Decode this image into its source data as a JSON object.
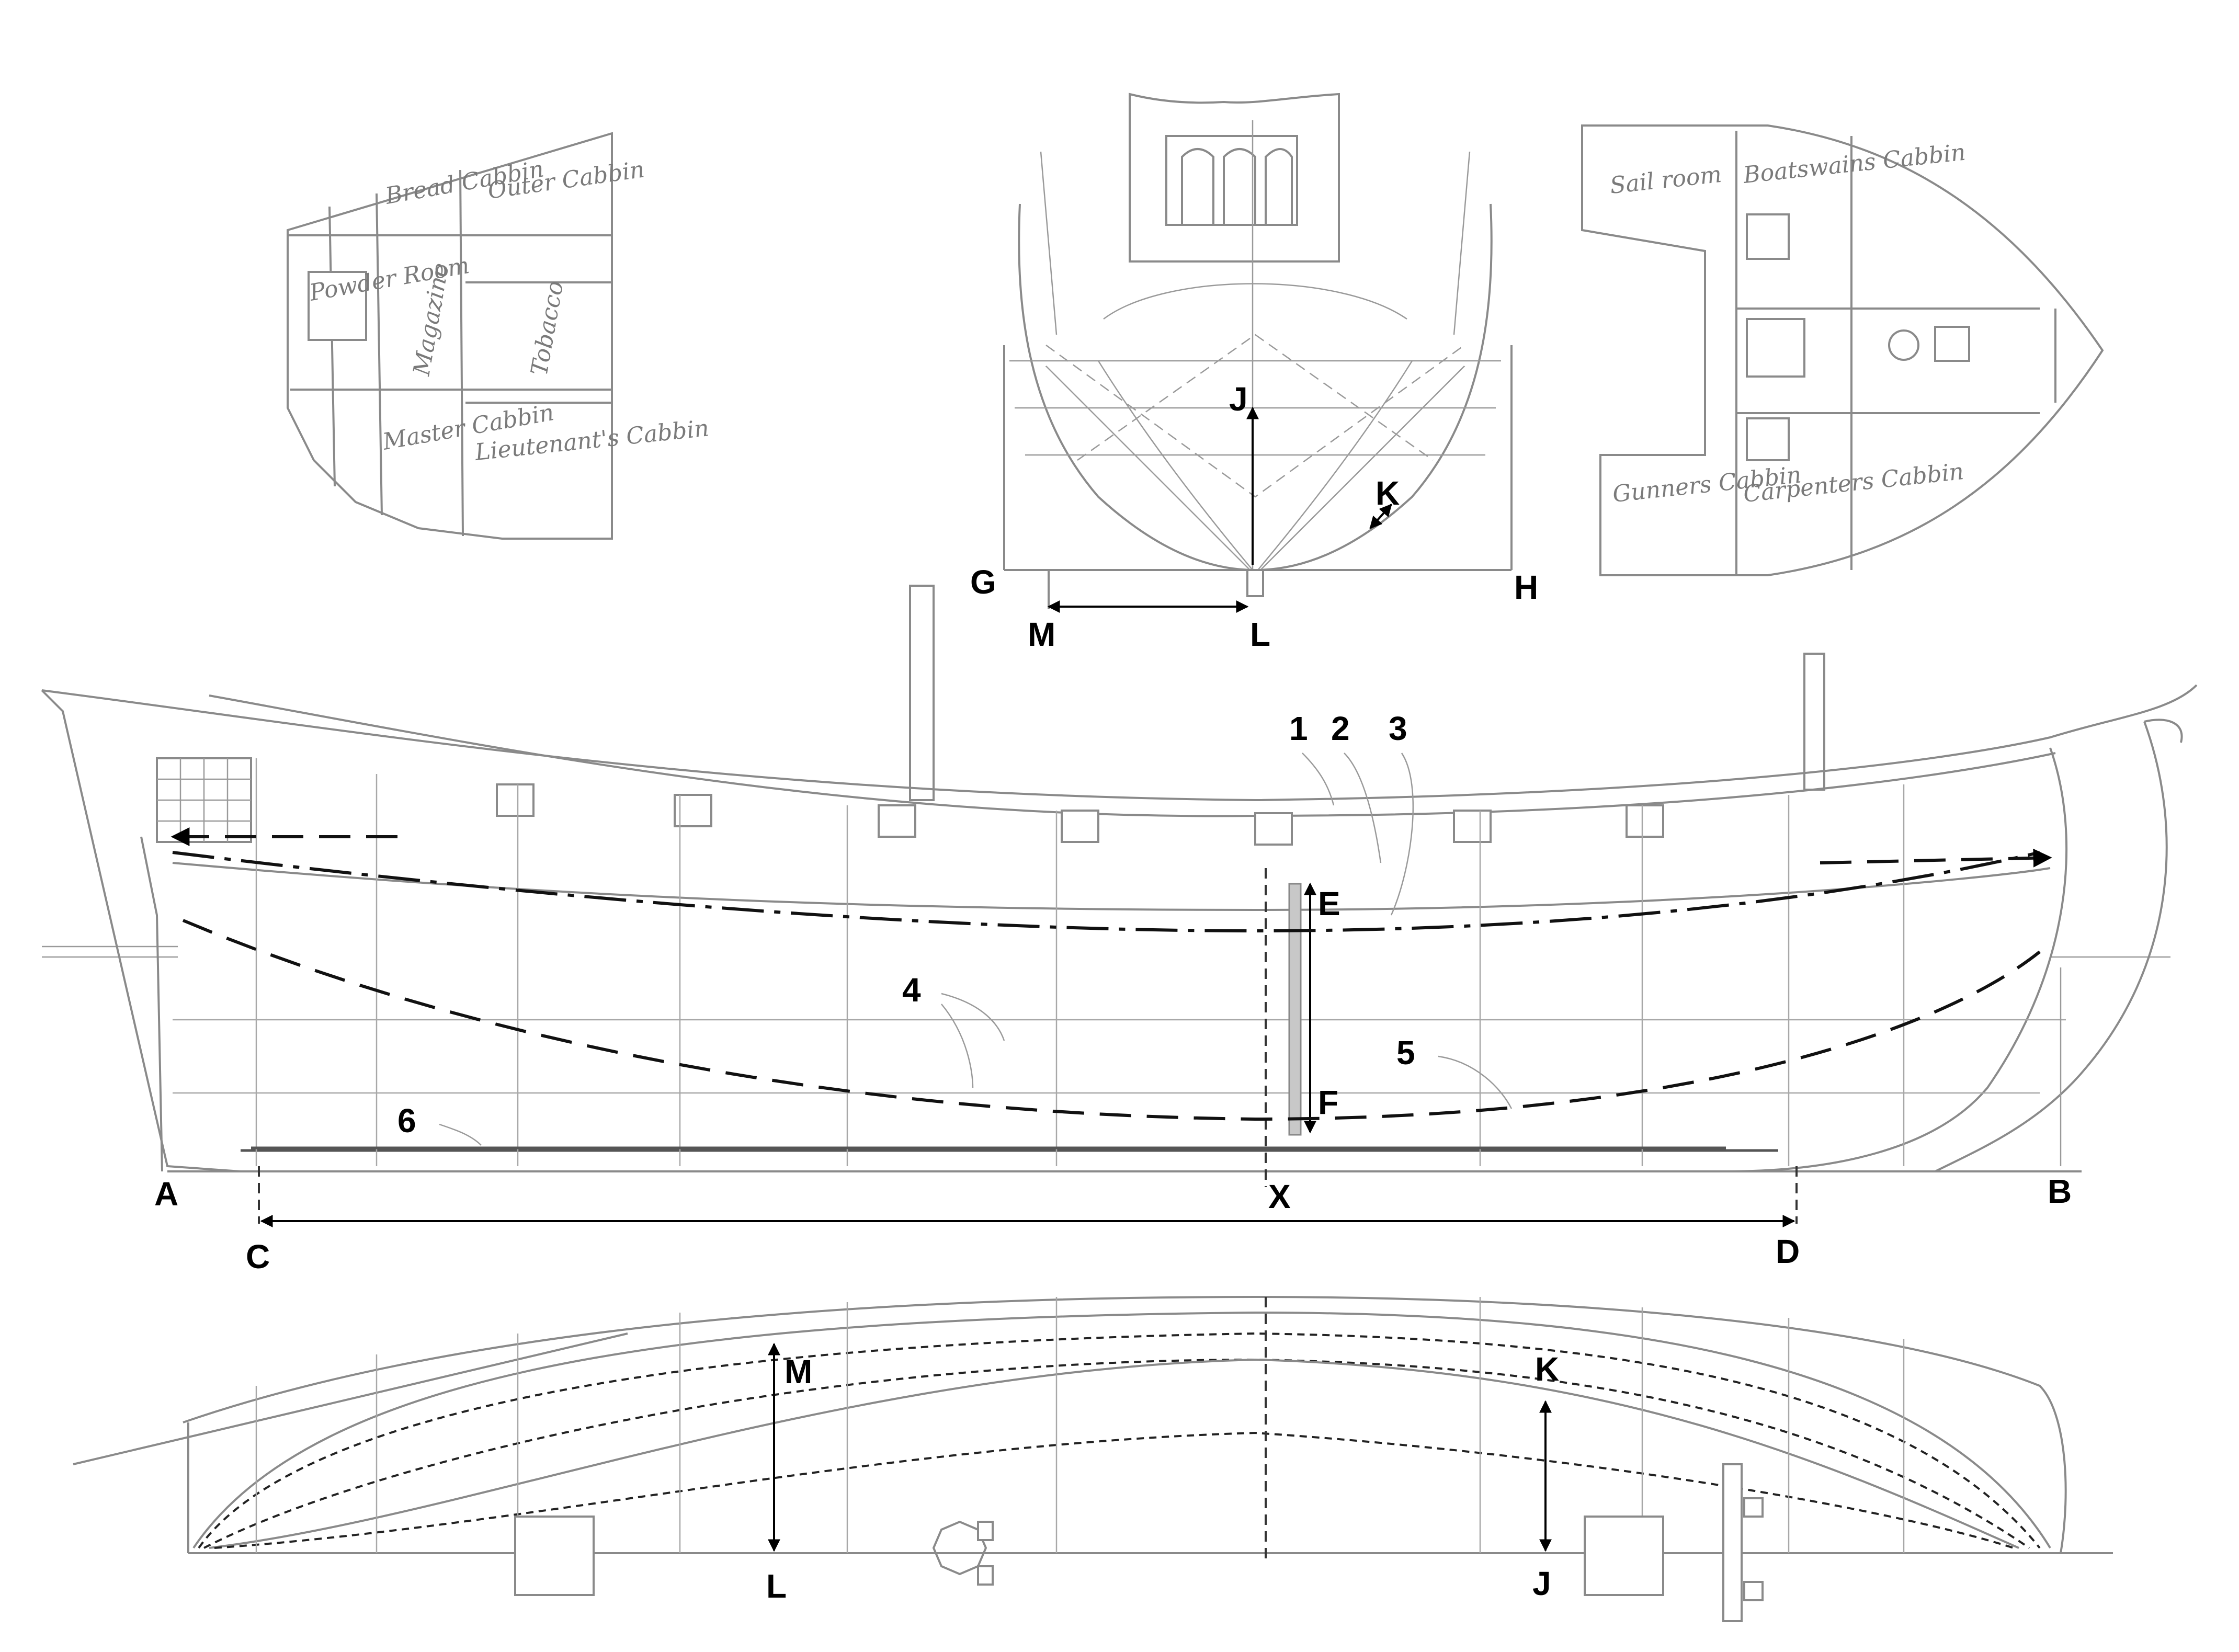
{
  "labels": {
    "A": "A",
    "B": "B",
    "C": "C",
    "D": "D",
    "E": "E",
    "F": "F",
    "G": "G",
    "H": "H",
    "J": "J",
    "K": "K",
    "L": "L",
    "M": "M",
    "X": "X",
    "n1": "1",
    "n2": "2",
    "n3": "3",
    "n4": "4",
    "n5": "5",
    "n6": "6",
    "side_M": "M",
    "side_L": "L",
    "side_K": "K",
    "side_J": "J"
  },
  "aft_deck_rooms": {
    "bread_room": "Bread Cabbin",
    "outer_cabbin": "Outer Cabbin",
    "powder": "Powder Room",
    "magazine": "Magazine",
    "tobacco": "Tobacco",
    "masters_cabbin": "Master Cabbin",
    "lieutenants_cabbin": "Lieutenant's Cabbin"
  },
  "fore_deck_rooms": {
    "sail_room": "Sail room",
    "boatswains_cabbin": "Boatswains Cabbin",
    "gunners_cabbin": "Gunners Cabbin",
    "carpenters_cabbin": "Carpenters Cabbin"
  },
  "colors": {
    "line": "#8a8a8a",
    "annotation": "#000000",
    "background": "#ffffff"
  }
}
